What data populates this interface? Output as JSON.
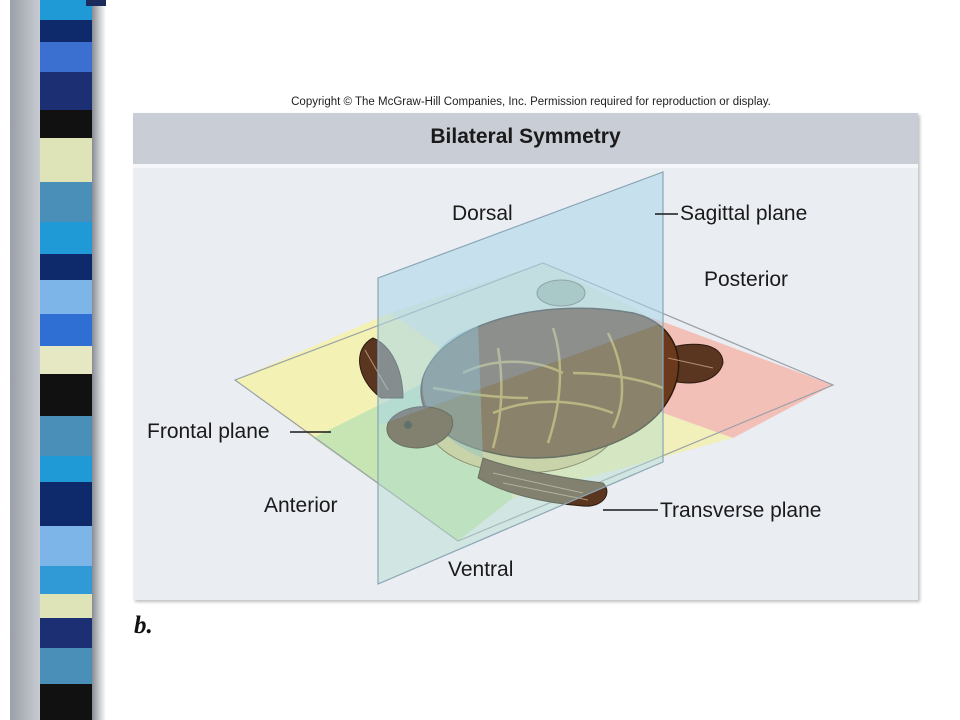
{
  "copyright": "Copyright © The McGraw-Hill Companies, Inc. Permission required for reproduction or display.",
  "figure": {
    "title": "Bilateral Symmetry",
    "panel_letter": "b.",
    "labels": {
      "dorsal": "Dorsal",
      "sagittal_plane": "Sagittal plane",
      "posterior": "Posterior",
      "frontal_plane": "Frontal plane",
      "anterior": "Anterior",
      "transverse_plane": "Transverse plane",
      "ventral": "Ventral"
    }
  },
  "colors": {
    "header_bg": "#c9cdd5",
    "panel_bg": "#eaedf2",
    "plane_yellow": "#f4f1a8",
    "plane_green": "#bfe3a8",
    "plane_pink": "#f4b7ae",
    "plane_blue": "#a9d6ea",
    "shell_brown": "#6b3a1c"
  }
}
